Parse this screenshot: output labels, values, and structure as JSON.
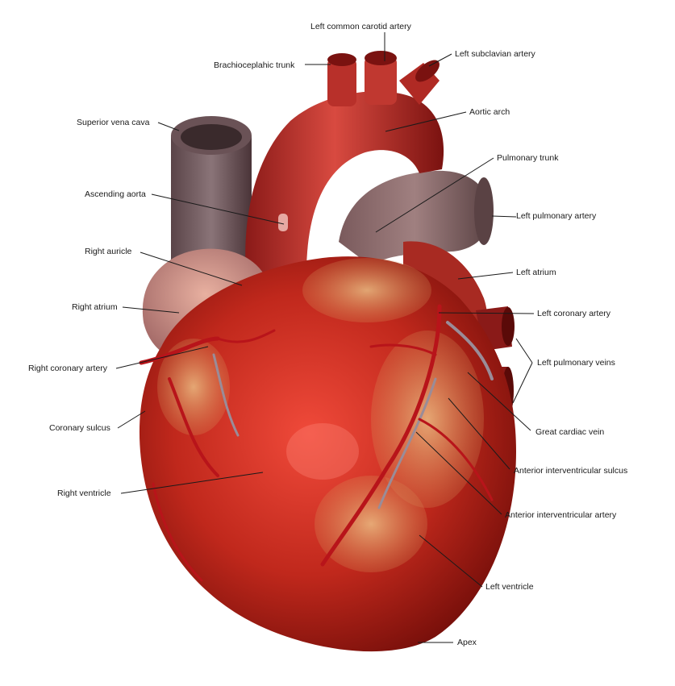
{
  "colors": {
    "myocardium": "#c0281c",
    "myocardium_dark": "#7a100c",
    "fat": "#e8c074",
    "vessel_red": "#b8141a",
    "vein_grey": "#9a8c98",
    "vena_cava": "#7a6064",
    "background": "#ffffff",
    "leader_line": "#1a1a1a"
  },
  "labels": {
    "left_common_carotid_artery": "Left common carotid artery",
    "brachiocephalic_trunk": "Brachioceplahic trunk",
    "left_subclavian_artery": "Left subclavian artery",
    "superior_vena_cava": "Superior vena cava",
    "aortic_arch": "Aortic arch",
    "pulmonary_trunk": "Pulmonary trunk",
    "ascending_aorta": "Ascending aorta",
    "left_pulmonary_artery": "Left pulmonary artery",
    "right_auricle": "Right auricle",
    "left_atrium": "Left atrium",
    "right_atrium": "Right atrium",
    "left_coronary_artery": "Left coronary artery",
    "left_pulmonary_veins": "Left pulmonary veins",
    "right_coronary_artery": "Right coronary artery",
    "coronary_sulcus": "Coronary sulcus",
    "great_cardiac_vein": "Great cardiac vein",
    "anterior_interventricular_sulcus": "Anterior interventricular sulcus",
    "right_ventricle": "Right ventricle",
    "anterior_interventricular_artery": "Anterior interventricular artery",
    "left_ventricle": "Left ventricle",
    "apex": "Apex"
  }
}
